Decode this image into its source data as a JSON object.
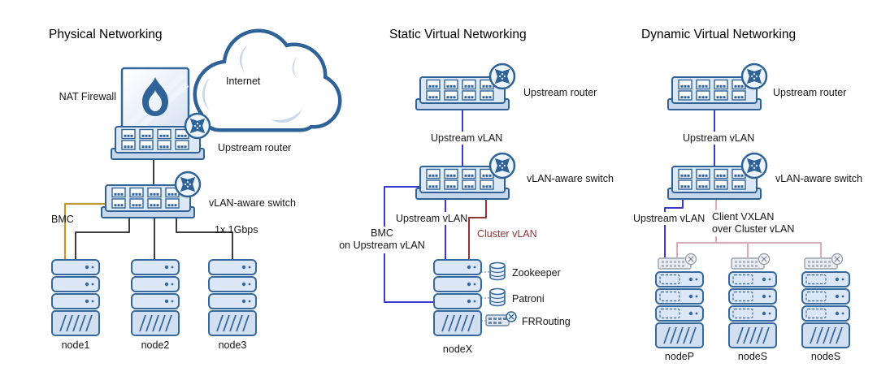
{
  "colors": {
    "stroke_blue": "#2f6397",
    "fill_light": "#dde8f6",
    "line_black": "#3d3d3d",
    "vlan_blue": "#3a3ad1",
    "cluster_red": "#8f3537",
    "bmc_orange": "#bf9630",
    "vxlan_pink": "#d9aebe"
  },
  "physical": {
    "title": "Physical Networking",
    "internet": "Internet",
    "nat_firewall": "NAT Firewall",
    "upstream_router": "Upstream router",
    "vlan_switch": "vLAN-aware switch",
    "bmc": "BMC",
    "bandwidth": "1x 1Gbps",
    "node1": "node1",
    "node2": "node2",
    "node3": "node3"
  },
  "static_net": {
    "title": "Static Virtual Networking",
    "upstream_router": "Upstream router",
    "upstream_vlan_top": "Upstream vLAN",
    "vlan_switch": "vLAN-aware switch",
    "upstream_vlan": "Upstream vLAN",
    "cluster_vlan": "Cluster vLAN",
    "bmc_line1": "BMC",
    "bmc_line2": "on Upstream vLAN",
    "node": "nodeX",
    "zookeeper": "Zookeeper",
    "patroni": "Patroni",
    "frrouting": "FRRouting"
  },
  "dynamic_net": {
    "title": "Dynamic Virtual Networking",
    "upstream_router": "Upstream router",
    "upstream_vlan_top": "Upstream vLAN",
    "vlan_switch": "vLAN-aware switch",
    "upstream_vlan": "Upstream vLAN",
    "vxlan_line1": "Client VXLAN",
    "vxlan_line2": "over Cluster vLAN",
    "nodeP": "nodeP",
    "nodeS1": "nodeS",
    "nodeS2": "nodeS"
  }
}
